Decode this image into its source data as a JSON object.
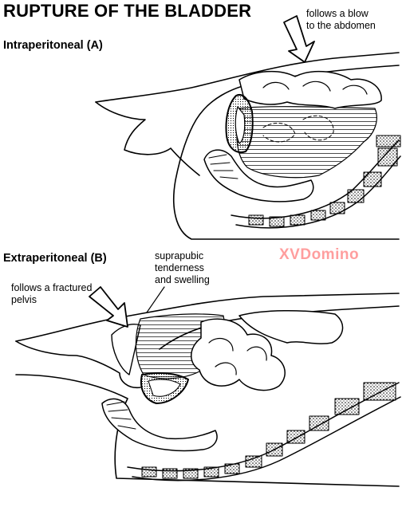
{
  "title": "RUPTURE OF THE BLADDER",
  "panel_a": {
    "label": "Intraperitoneal (A)",
    "annotation": "follows a blow\nto the abdomen"
  },
  "panel_b": {
    "label": "Extraperitoneal (B)",
    "annotation_suprapubic": "suprapubic\ntenderness\nand swelling",
    "annotation_fracture": "follows a fractured\npelvis"
  },
  "watermark": "XVDomino",
  "colors": {
    "ink": "#000000",
    "watermark": "#ff2a2a",
    "background": "#ffffff"
  },
  "icons": [
    "arrow-icon"
  ]
}
